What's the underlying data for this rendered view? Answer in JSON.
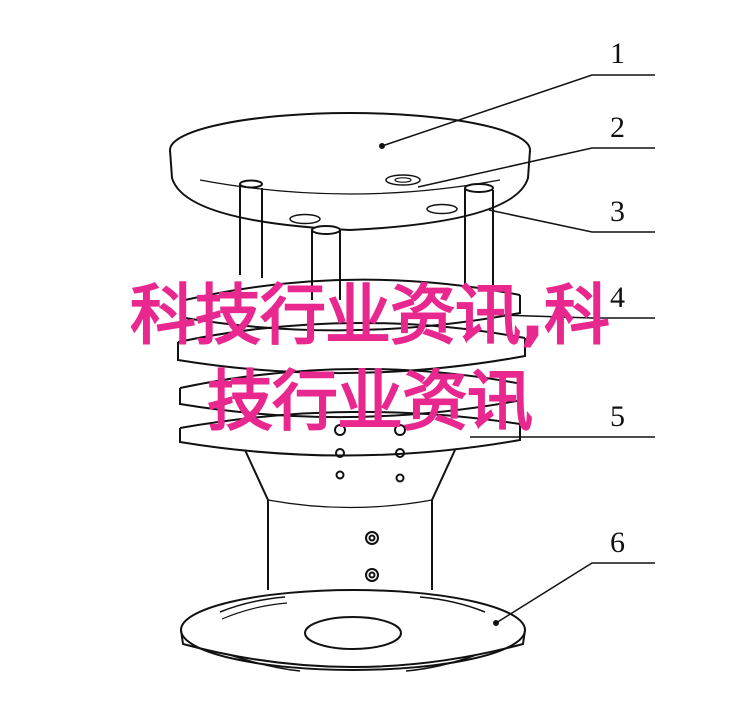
{
  "diagram": {
    "callouts": [
      {
        "id": "1",
        "label": "1"
      },
      {
        "id": "2",
        "label": "2"
      },
      {
        "id": "3",
        "label": "3"
      },
      {
        "id": "4",
        "label": "4"
      },
      {
        "id": "5",
        "label": "5"
      },
      {
        "id": "6",
        "label": "6"
      }
    ],
    "line_color": "#111111"
  },
  "overlay": {
    "line1": "科技行业资讯,科",
    "line2": "技行业资讯",
    "color": "#e8288f"
  }
}
